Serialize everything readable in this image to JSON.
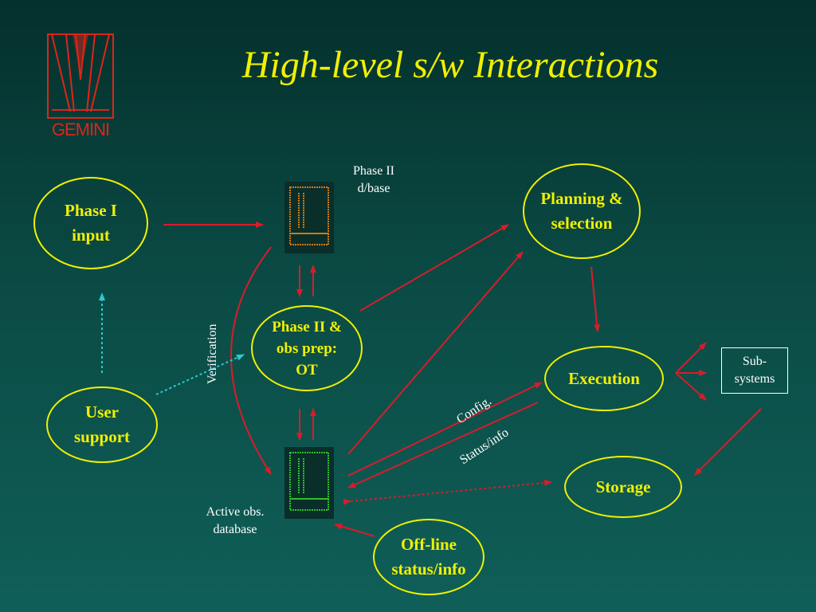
{
  "title": "High-level s/w Interactions",
  "logo": {
    "text": "GEMINI",
    "color": "#e02418"
  },
  "nodes": {
    "phase1": {
      "label": "Phase I\ninput"
    },
    "user_support": {
      "label": "User\nsupport"
    },
    "phase2_ot": {
      "label": "Phase II &\nobs prep:\nOT"
    },
    "planning": {
      "label": "Planning &\nselection"
    },
    "execution": {
      "label": "Execution"
    },
    "storage": {
      "label": "Storage"
    },
    "offline": {
      "label": "Off-line\nstatus/info"
    },
    "subsystems": {
      "label": "Sub-\nsystems"
    }
  },
  "labels": {
    "phase2_db": "Phase II\nd/base",
    "active_db": "Active obs.\ndatabase",
    "verification": "Verification",
    "config": "Config.",
    "status_info": "Status/info"
  },
  "colors": {
    "title": "#f0f000",
    "node_border": "#f0f000",
    "arrow": "#d81c2a",
    "dotted_arrow": "#2ec8d0",
    "db_phase2": "#d07a10",
    "db_active": "#2ec02a"
  }
}
